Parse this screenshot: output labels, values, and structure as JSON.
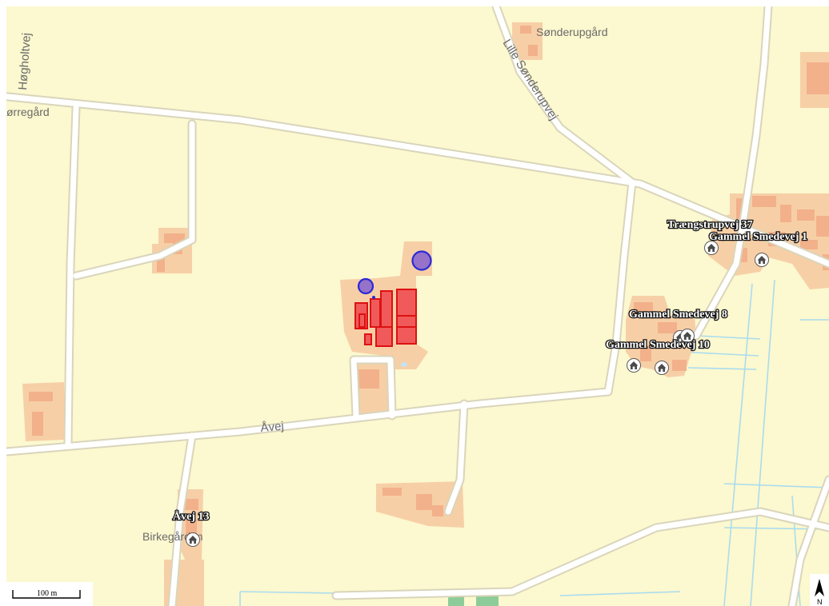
{
  "map": {
    "place_labels": {
      "sonderupgard": "Sønderupgård",
      "norregard": "ørregård",
      "birkegarden": "Birkegården"
    },
    "road_labels": {
      "hogholtvej": "Høgholtvej",
      "lille_sonderupvej": "Lille Sønderupvej",
      "avej": "Åvej"
    },
    "address_labels": {
      "traengstrupvej_37": "Trængstrupvej 37",
      "gammel_smedevej_1": "Gammel Smedevej 1",
      "gammel_smedevej_8": "Gammel Smedevej 8",
      "gammel_smedevej_10": "Gammel Smedevej 10",
      "avej_13": "Åvej 13"
    },
    "scale_bar": {
      "label": "100 m"
    },
    "north_arrow": {
      "label": "N"
    },
    "colors": {
      "land": "#fcf8cf",
      "road_casing": "#d9d5bb",
      "road_fill": "#ffffff",
      "building_area": "#f7cfa6",
      "building": "#f2b18b",
      "project_building": "#f05a5a",
      "project_building_outline": "#dd1111",
      "circle_fill": "#9673c9",
      "circle_outline": "#2a2ad8",
      "field_line": "#a9dcef",
      "green_area": "#8dcc98"
    },
    "icons": {
      "address_marker": "house-icon",
      "north": "north-arrow-icon"
    }
  }
}
